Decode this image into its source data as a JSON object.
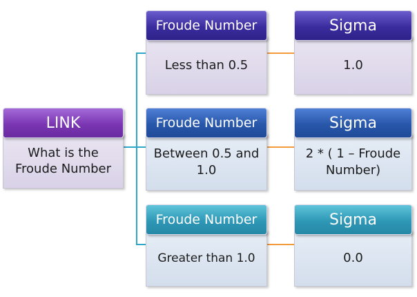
{
  "root": {
    "title": "LINK",
    "text": "What is the Froude Number"
  },
  "branches": [
    {
      "condition": {
        "title": "Froude Number",
        "text": "Less than 0.5"
      },
      "result": {
        "title": "Sigma",
        "text": "1.0"
      }
    },
    {
      "condition": {
        "title": "Froude Number",
        "text": "Between 0.5 and 1.0"
      },
      "result": {
        "title": "Sigma",
        "text": "2 * ( 1 – Froude Number)"
      }
    },
    {
      "condition": {
        "title": "Froude Number",
        "text": "Greater than 1.0"
      },
      "result": {
        "title": "Sigma",
        "text": "0.0"
      }
    }
  ],
  "colors": {
    "connector_blue": "#2ea6c8",
    "connector_orange": "#f39a3a",
    "root_header": "#7a36b2",
    "branch1_header": "#3a2c9e",
    "branch2_header": "#2857aa",
    "branch3_header": "#2e98b6"
  }
}
